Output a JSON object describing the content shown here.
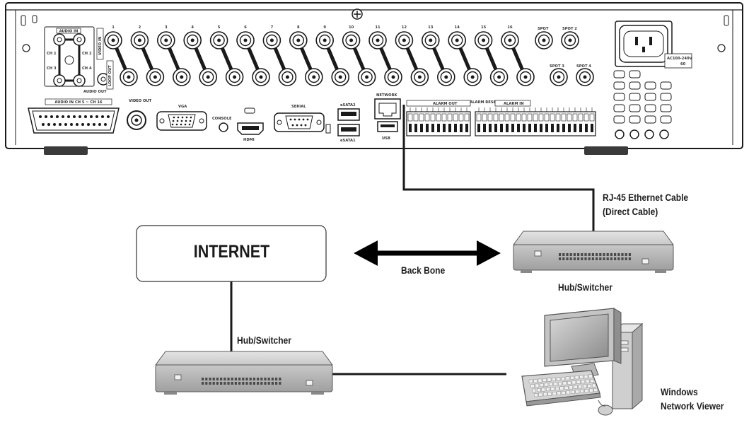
{
  "labels": {
    "internet": "INTERNET",
    "backbone": "Back Bone",
    "rj45_line1": "RJ-45 Ethernet Cable",
    "rj45_line2": "(Direct Cable)",
    "hub_right": "Hub/Switcher",
    "hub_left": "Hub/Switcher",
    "viewer_line1": "Windows",
    "viewer_line2": "Network Viewer"
  },
  "dvr_panel": {
    "channel_numbers": [
      "1",
      "2",
      "3",
      "4",
      "5",
      "6",
      "7",
      "8",
      "9",
      "10",
      "11",
      "12",
      "13",
      "14",
      "15",
      "16"
    ],
    "audio_in": "AUDIO IN",
    "ch_labels": [
      "CH 1",
      "CH 2",
      "CH 3",
      "CH 4"
    ],
    "audio_out": "AUDIO OUT",
    "video_in": "VIDEO IN",
    "loop_out": "LOOP OUT",
    "spot_labels": [
      "SPOT",
      "SPOT 2",
      "SPOT 3",
      "SPOT 4"
    ],
    "audio_in_range": "AUDIO IN CH 5 ~ CH 16",
    "video_out": "VIDEO OUT",
    "vga": "VGA",
    "console": "CONSOLE",
    "hdmi": "HDMI",
    "serial": "SERIAL",
    "esata2": "eSATA2",
    "esata1": "eSATA1",
    "network": "NETWORK",
    "usb": "USB",
    "alarm_out": "ALARM OUT",
    "alarm_in": "ALARM IN",
    "alarm_reset": "ALARM RESET",
    "ac_rating": "AC100-240V",
    "ac_rating2": "60"
  }
}
